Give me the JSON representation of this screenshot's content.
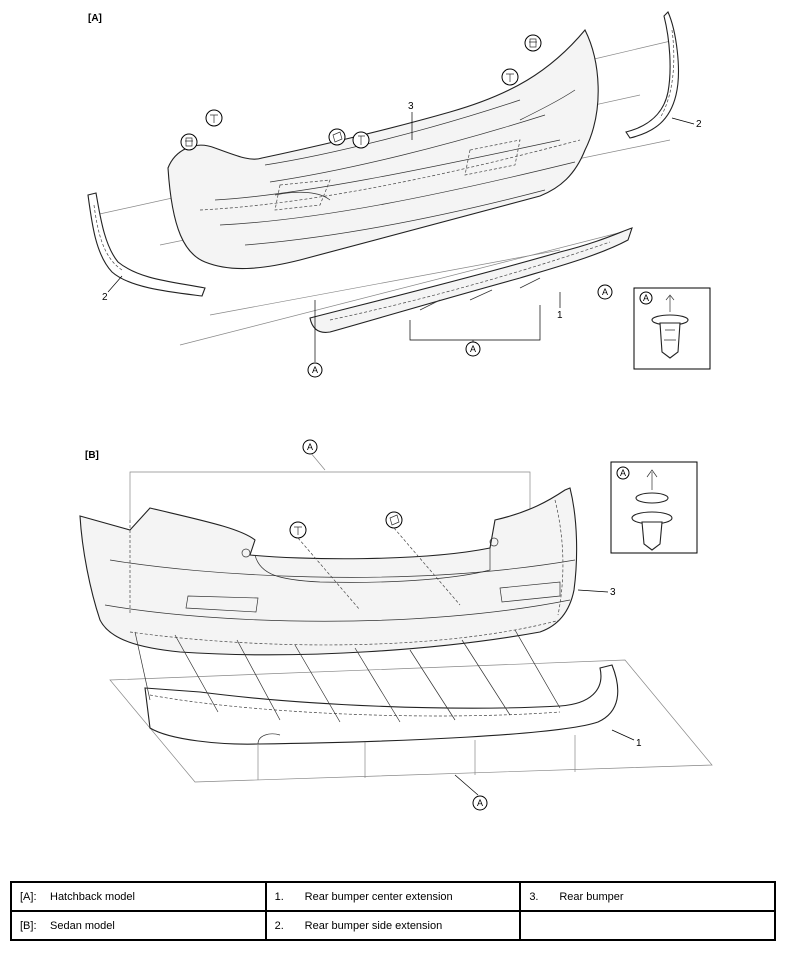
{
  "diagram": {
    "section_a": "[A]",
    "section_b": "[B]",
    "clip_marker": "A",
    "callouts": {
      "one": "1",
      "two": "2",
      "three": "3"
    }
  },
  "legend": [
    [
      {
        "key": "[A]:",
        "text": "Hatchback model"
      },
      {
        "key": "1.",
        "text": "Rear bumper center extension"
      },
      {
        "key": "3.",
        "text": "Rear bumper"
      }
    ],
    [
      {
        "key": "[B]:",
        "text": "Sedan model"
      },
      {
        "key": "2.",
        "text": "Rear bumper side extension"
      },
      {
        "key": "",
        "text": ""
      }
    ]
  ]
}
